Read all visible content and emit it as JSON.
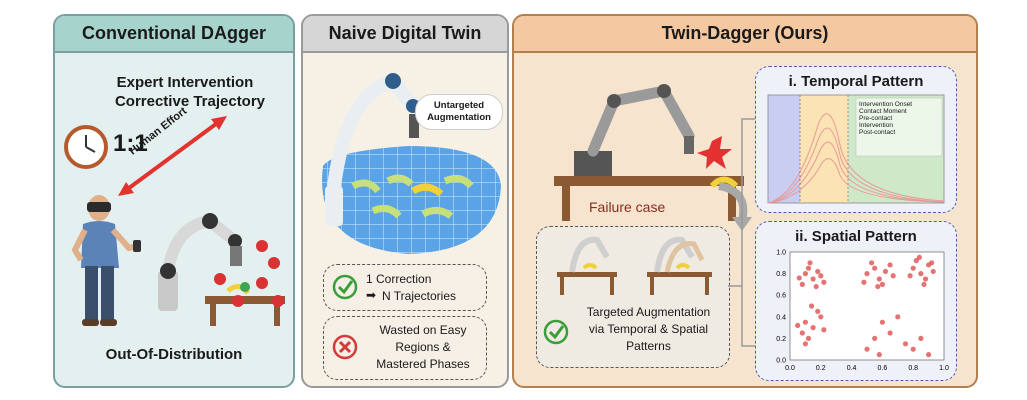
{
  "panels": {
    "conventional": {
      "title": "Conventional DAgger",
      "expert_line1": "Expert Intervention",
      "expert_line2": "Corrective Trajectory",
      "ratio": "1:1",
      "effort": "Human Effort",
      "ood": "Out-Of-Distribution"
    },
    "naive": {
      "title": "Naive Digital Twin",
      "untargeted_line1": "Untargeted",
      "untargeted_line2": "Augmentation",
      "card1_line1": "1 Correction",
      "card1_line2": "N Trajectories",
      "card2_line1": "Wasted on Easy",
      "card2_line2": "Regions &",
      "card2_line3": "Mastered Phases"
    },
    "twin": {
      "title": "Twin-Dagger (Ours)",
      "failure": "Failure case",
      "aug_line1": "Targeted Augmentation",
      "aug_line2": "via Temporal & Spatial",
      "aug_line3": "Patterns",
      "temporal_title": "i. Temporal Pattern",
      "spatial_title": "ii. Spatial Pattern",
      "legend": [
        "Intervention Onset",
        "Contact Moment",
        "Pre-contact",
        "Intervention",
        "Post-contact"
      ]
    }
  },
  "colors": {
    "conventional_accent": "#a6d3cb",
    "naive_accent": "#d6d6d6",
    "twin_accent": "#f4c9a2",
    "precontact": "#c9cdf2",
    "intervention": "#fbe3b3",
    "postcontact": "#cfe8c8",
    "scatter": "#e05a5a"
  },
  "chart_data": [
    {
      "type": "scatter",
      "title": "ii. Spatial Pattern",
      "x_ticks": [
        "0.0",
        "0.2",
        "0.4",
        "0.6",
        "0.8",
        "1.0"
      ],
      "y_ticks": [
        "0.0",
        "0.2",
        "0.4",
        "0.6",
        "0.8",
        "1.0"
      ],
      "xlim": [
        0,
        1
      ],
      "ylim": [
        0,
        1
      ],
      "points": [
        [
          0.1,
          0.8
        ],
        [
          0.12,
          0.85
        ],
        [
          0.15,
          0.75
        ],
        [
          0.08,
          0.7
        ],
        [
          0.18,
          0.82
        ],
        [
          0.2,
          0.78
        ],
        [
          0.13,
          0.9
        ],
        [
          0.22,
          0.72
        ],
        [
          0.06,
          0.76
        ],
        [
          0.17,
          0.68
        ],
        [
          0.5,
          0.8
        ],
        [
          0.55,
          0.85
        ],
        [
          0.58,
          0.75
        ],
        [
          0.62,
          0.82
        ],
        [
          0.48,
          0.72
        ],
        [
          0.65,
          0.88
        ],
        [
          0.6,
          0.7
        ],
        [
          0.53,
          0.9
        ],
        [
          0.67,
          0.78
        ],
        [
          0.57,
          0.68
        ],
        [
          0.8,
          0.85
        ],
        [
          0.85,
          0.8
        ],
        [
          0.9,
          0.88
        ],
        [
          0.88,
          0.75
        ],
        [
          0.82,
          0.92
        ],
        [
          0.93,
          0.82
        ],
        [
          0.87,
          0.7
        ],
        [
          0.92,
          0.9
        ],
        [
          0.78,
          0.78
        ],
        [
          0.84,
          0.95
        ],
        [
          0.1,
          0.35
        ],
        [
          0.15,
          0.3
        ],
        [
          0.08,
          0.25
        ],
        [
          0.2,
          0.4
        ],
        [
          0.12,
          0.2
        ],
        [
          0.18,
          0.45
        ],
        [
          0.05,
          0.32
        ],
        [
          0.22,
          0.28
        ],
        [
          0.14,
          0.5
        ],
        [
          0.1,
          0.15
        ],
        [
          0.55,
          0.2
        ],
        [
          0.6,
          0.35
        ],
        [
          0.5,
          0.1
        ],
        [
          0.65,
          0.25
        ],
        [
          0.7,
          0.4
        ],
        [
          0.8,
          0.1
        ],
        [
          0.85,
          0.2
        ],
        [
          0.9,
          0.05
        ],
        [
          0.58,
          0.05
        ],
        [
          0.75,
          0.15
        ]
      ]
    }
  ]
}
